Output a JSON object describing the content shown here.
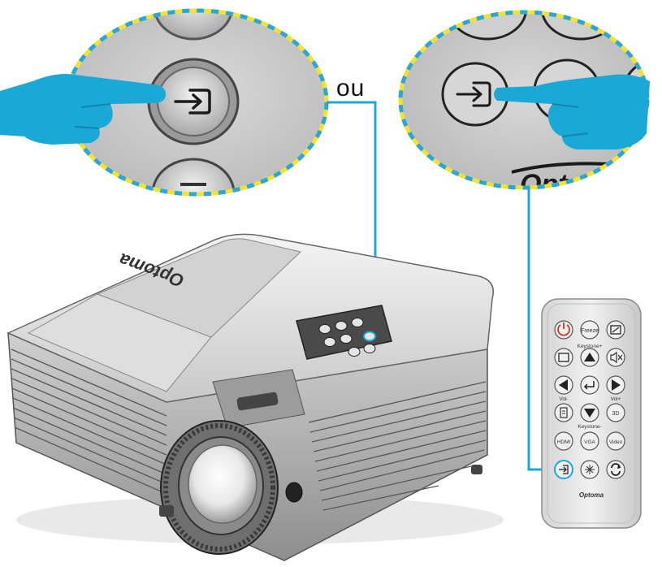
{
  "connector_label": "ou",
  "brand": {
    "projector_logo": "Optoma",
    "zoom_logo": "Opto",
    "remote_logo": "Optoma"
  },
  "remote": {
    "row1": [
      "",
      "Freeze",
      ""
    ],
    "label_keystone_plus": "Keystone+",
    "label_vol_minus": "Vol-",
    "label_vol_plus": "Vol+",
    "label_keystone_minus": "Keystone-",
    "row5": [
      "HDMI",
      "VGA",
      "Video"
    ],
    "btn_3d": "3D"
  },
  "icons": {
    "source": "source-input-icon",
    "power": "power-icon",
    "hand": "pointing-hand-icon"
  },
  "colors": {
    "accent": "#1aa8d6",
    "dash_yellow": "#f2e232",
    "dash_blue": "#2aa6d8",
    "power_red": "#d9342b"
  }
}
